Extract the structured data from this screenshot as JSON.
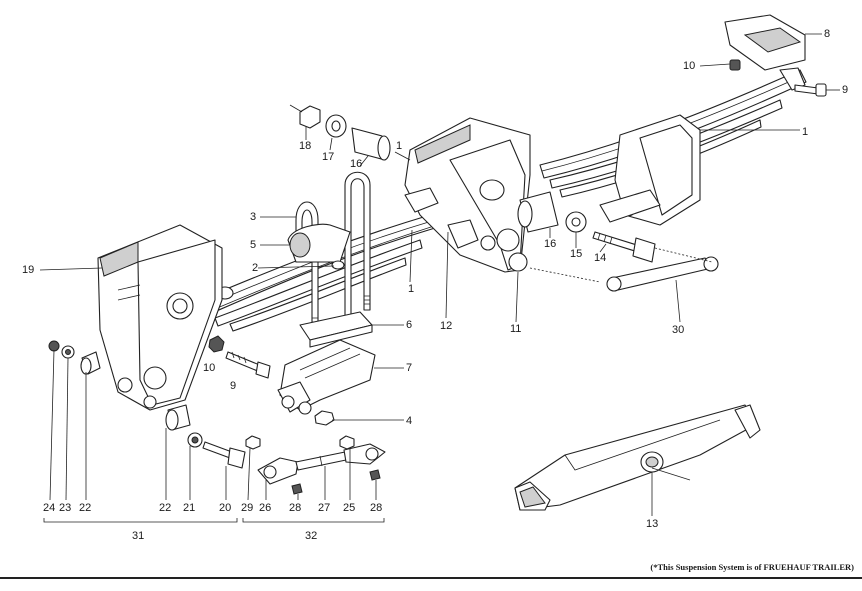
{
  "labels": {
    "p1a": "1",
    "p1b": "1",
    "p1c": "1",
    "p2": "2",
    "p3": "3",
    "p4": "4",
    "p5": "5",
    "p6": "6",
    "p7": "7",
    "p8": "8",
    "p9a": "9",
    "p9b": "9",
    "p10a": "10",
    "p10b": "10",
    "p11": "11",
    "p12": "12",
    "p13": "13",
    "p14": "14",
    "p15": "15",
    "p16a": "16",
    "p16b": "16",
    "p17": "17",
    "p18": "18",
    "p19": "19",
    "p20": "20",
    "p21": "21",
    "p22a": "22",
    "p22b": "22",
    "p23": "23",
    "p24": "24",
    "p25": "25",
    "p26": "26",
    "p27": "27",
    "p28a": "28",
    "p28b": "28",
    "p29": "29",
    "p30": "30",
    "p31": "31",
    "p32": "32"
  },
  "footnote": "(*This Suspension System is of FRUEHAUF TRAILER)"
}
